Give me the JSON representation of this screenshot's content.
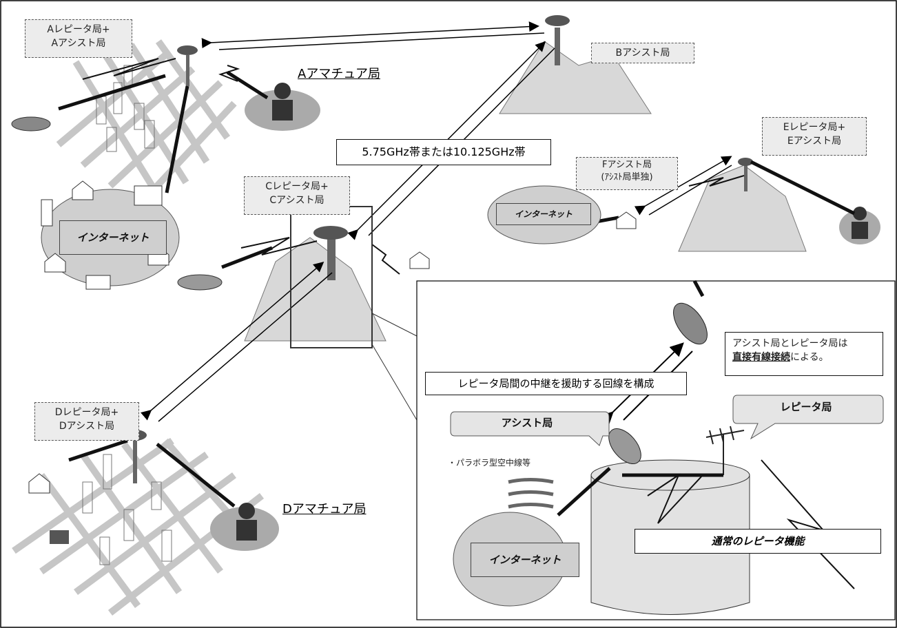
{
  "stations": {
    "a_repeater": [
      "Aレピータ局+",
      "Aアシスト局"
    ],
    "a_amateur": "Aアマチュア局",
    "b_assist": "Bアシスト局",
    "c_repeater": [
      "Cレピータ局+",
      "Cアシスト局"
    ],
    "d_repeater": [
      "Dレピータ局+",
      "Dアシスト局"
    ],
    "d_amateur": "Dアマチュア局",
    "e_repeater": [
      "Eレピータ局+",
      "Eアシスト局"
    ],
    "f_assist": [
      "Fアシスト局",
      "(ｱｼｽﾄ局単独)"
    ]
  },
  "band_label": "5.75GHz帯または10.125GHz帯",
  "internet": "インターネット",
  "detail": {
    "relay_note": "レピータ局間の中継を援助する回線を構成",
    "assist_note_prefix": "アシスト局とレピータ局は",
    "assist_note_bold": "直接有線接続",
    "assist_note_suffix": "による。",
    "callout_assist": "アシスト局",
    "callout_repeater": "レピータ局",
    "parabola": "・パラボラ型空中線等",
    "normal_function": "通常のレピータ機能",
    "internet": "インターネット"
  }
}
